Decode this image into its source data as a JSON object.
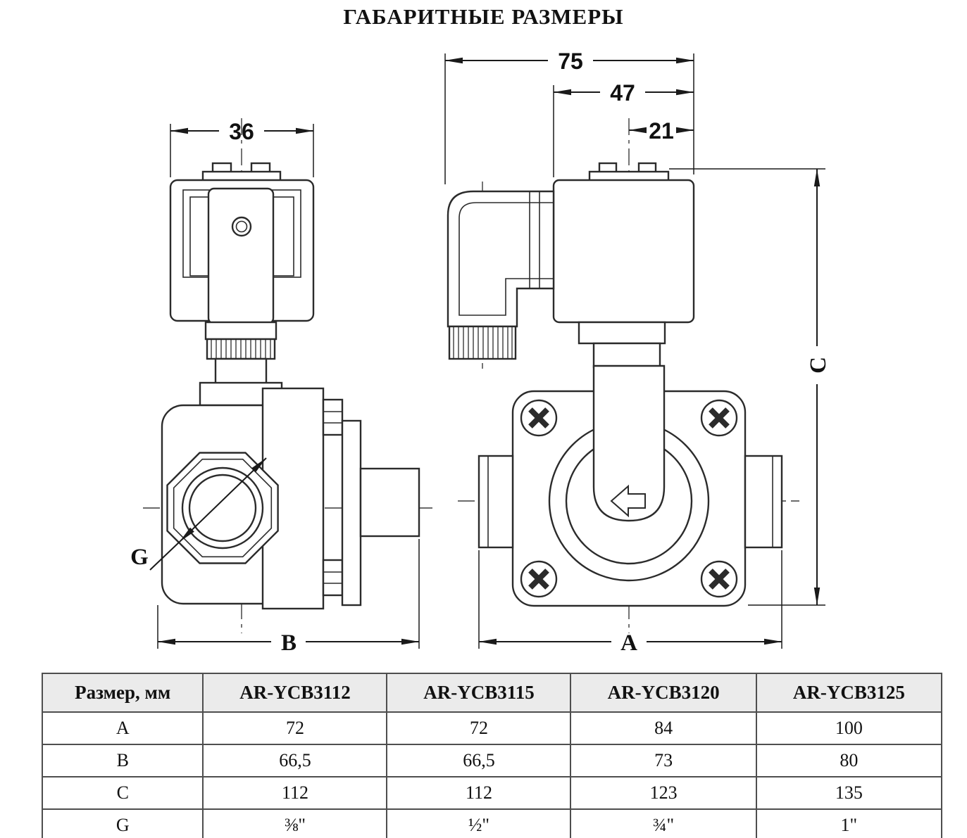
{
  "title": "ГАБАРИТНЫЕ РАЗМЕРЫ",
  "drawing": {
    "side_view": {
      "coil_width": "36",
      "body_width_label": "B",
      "port_thread_label": "G"
    },
    "front_view": {
      "total_width": "75",
      "coil_width": "47",
      "coil_offset": "21",
      "body_width_label": "A",
      "height_label": "C"
    }
  },
  "table": {
    "headers": [
      "Размер, мм",
      "AR-YCB3112",
      "AR-YCB3115",
      "AR-YCB3120",
      "AR-YCB3125"
    ],
    "rows": [
      {
        "label": "A",
        "values": [
          "72",
          "72",
          "84",
          "100"
        ]
      },
      {
        "label": "B",
        "values": [
          "66,5",
          "66,5",
          "73",
          "80"
        ]
      },
      {
        "label": "C",
        "values": [
          "112",
          "112",
          "123",
          "135"
        ]
      },
      {
        "label": "G",
        "values": [
          "⅜\"",
          "½\"",
          "¾\"",
          "1\""
        ]
      }
    ]
  }
}
